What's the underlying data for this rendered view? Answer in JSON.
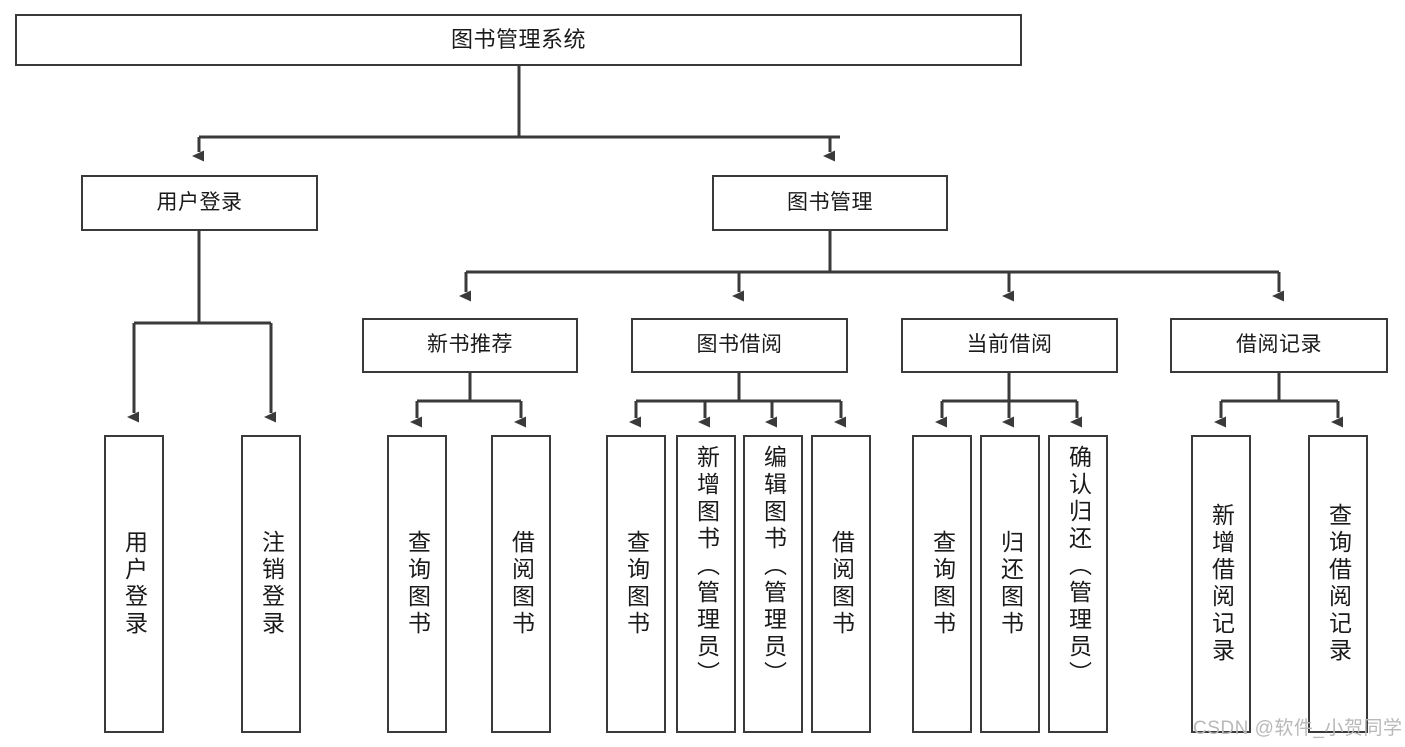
{
  "diagram": {
    "title": "图书管理系统",
    "type": "tree-hierarchy",
    "root": {
      "label": "图书管理系统"
    },
    "level2": [
      {
        "label": "用户登录"
      },
      {
        "label": "图书管理"
      }
    ],
    "level3": [
      {
        "label": "新书推荐"
      },
      {
        "label": "图书借阅"
      },
      {
        "label": "当前借阅"
      },
      {
        "label": "借阅记录"
      }
    ],
    "leaves": {
      "user_login": [
        {
          "label": "用户登录"
        },
        {
          "label": "注销登录"
        }
      ],
      "new_book_recommend": [
        {
          "label": "查询图书"
        },
        {
          "label": "借阅图书"
        }
      ],
      "book_borrow": [
        {
          "label": "查询图书"
        },
        {
          "label": "新增图书（管理员）"
        },
        {
          "label": "编辑图书（管理员）"
        },
        {
          "label": "借阅图书"
        }
      ],
      "current_borrow": [
        {
          "label": "查询图书"
        },
        {
          "label": "归还图书"
        },
        {
          "label": "确认归还（管理员）"
        }
      ],
      "borrow_record": [
        {
          "label": "新增借阅记录"
        },
        {
          "label": "查询借阅记录"
        }
      ]
    }
  },
  "watermark": {
    "text": "CSDN @软件_小贺同学"
  },
  "colors": {
    "box_border": "#3a3a3a",
    "box_fill": "#ffffff",
    "text": "#1a1a1a",
    "connector": "#3a3a3a",
    "watermark": "#b9b9b9",
    "background": "#ffffff"
  }
}
